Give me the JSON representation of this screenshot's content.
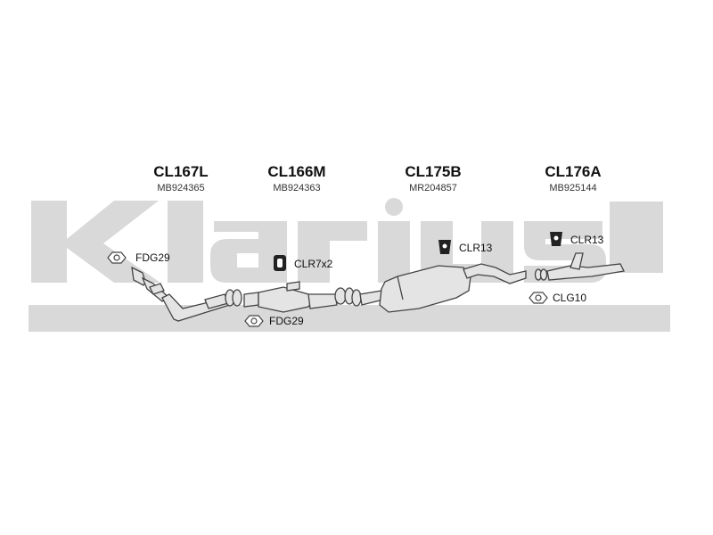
{
  "watermark": {
    "text": "Klarius",
    "color": "#d9d9d9"
  },
  "parts": [
    {
      "code": "CL167L",
      "oem": "MB924365"
    },
    {
      "code": "CL166M",
      "oem": "MB924363"
    },
    {
      "code": "CL175B",
      "oem": "MR204857"
    },
    {
      "code": "CL176A",
      "oem": "MB925144"
    }
  ],
  "accessories": {
    "gasket_front_top": "FDG29",
    "gasket_front_bottom": "FDG29",
    "rubber_mount_middle": "CLR7x2",
    "rubber_mount_rear_a": "CLR13",
    "rubber_mount_rear_b": "CLR13",
    "gasket_rear": "CLG10"
  },
  "colors": {
    "pipe_fill": "#e4e4e4",
    "pipe_stroke": "#444444"
  }
}
